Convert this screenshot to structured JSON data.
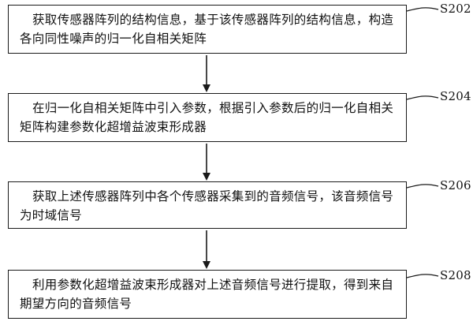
{
  "steps": [
    {
      "label": "S202",
      "text": "获取传感器阵列的结构信息，基于该传感器阵列的结构信息，构造各向同性噪声的归一化自相关矩阵"
    },
    {
      "label": "S204",
      "text": "在归一化自相关矩阵中引入参数，根据引入参数后的归一化自相关矩阵构建参数化超增益波束形成器"
    },
    {
      "label": "S206",
      "text": "获取上述传感器阵列中各个传感器采集到的音频信号，该音频信号为时域信号"
    },
    {
      "label": "S208",
      "text": "利用参数化超增益波束形成器对上述音频信号进行提取，得到来自期望方向的音频信号"
    }
  ]
}
